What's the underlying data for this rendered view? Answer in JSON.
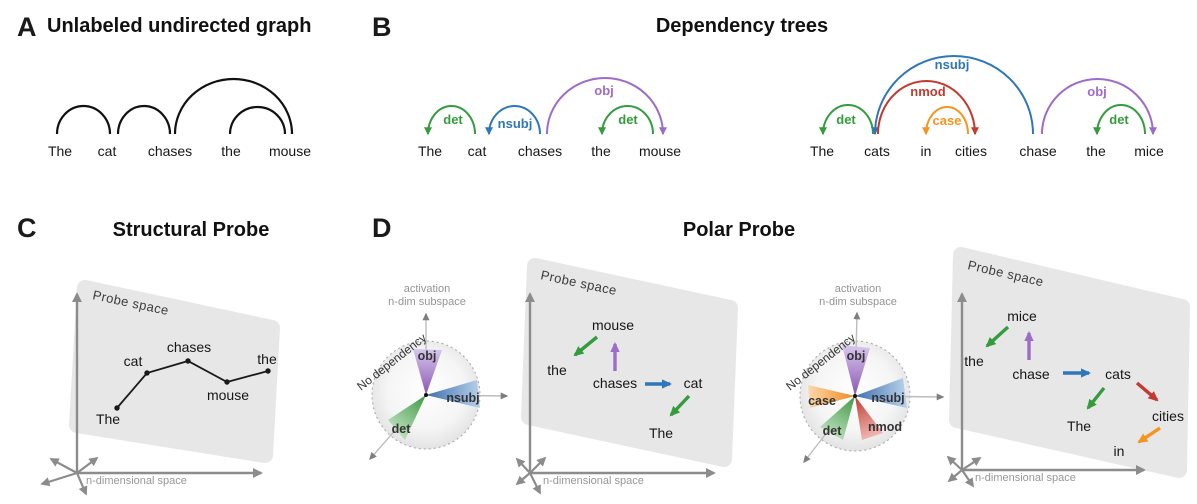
{
  "colors": {
    "det": "#339c3d",
    "nsubj": "#2e77b8",
    "obj": "#9d6cc8",
    "nmod": "#c43a2f",
    "case": "#f7941e",
    "axis": "#8c8c8c",
    "plane": "#e7e7e7"
  },
  "panelA": {
    "letter": "A",
    "title": "Unlabeled undirected graph",
    "words": [
      "The",
      "cat",
      "chases",
      "the",
      "mouse"
    ]
  },
  "panelB": {
    "letter": "B",
    "title": "Dependency trees",
    "tree1": {
      "words": [
        "The",
        "cat",
        "chases",
        "the",
        "mouse"
      ],
      "edges": [
        {
          "label": "det",
          "head": "cat",
          "dep": "The"
        },
        {
          "label": "nsubj",
          "head": "chases",
          "dep": "cat"
        },
        {
          "label": "obj",
          "head": "chases",
          "dep": "mouse"
        },
        {
          "label": "det",
          "head": "mouse",
          "dep": "the"
        }
      ]
    },
    "tree2": {
      "words": [
        "The",
        "cats",
        "in",
        "cities",
        "chase",
        "the",
        "mice"
      ],
      "edges": [
        {
          "label": "det",
          "head": "cats",
          "dep": "The"
        },
        {
          "label": "nsubj",
          "head": "chase",
          "dep": "cats"
        },
        {
          "label": "nmod",
          "head": "cats",
          "dep": "cities"
        },
        {
          "label": "case",
          "head": "cities",
          "dep": "in"
        },
        {
          "label": "obj",
          "head": "chase",
          "dep": "mice"
        },
        {
          "label": "det",
          "head": "mice",
          "dep": "the"
        }
      ]
    }
  },
  "panelC": {
    "letter": "C",
    "title": "Structural Probe",
    "plane_label": "Probe space",
    "axis_label": "n-dimensional space",
    "words": [
      "The",
      "cat",
      "chases",
      "mouse",
      "the"
    ]
  },
  "panelD": {
    "letter": "D",
    "title": "Polar Probe",
    "polar1": {
      "axis_label_line1": "activation",
      "axis_label_line2": "n-dim subspace",
      "diag_label": "No dependency",
      "wedges": [
        {
          "label": "obj"
        },
        {
          "label": "nsubj"
        },
        {
          "label": "det"
        }
      ]
    },
    "plane1": {
      "plane_label": "Probe space",
      "axis_label": "n-dimensional space",
      "words": [
        "mouse",
        "the",
        "chases",
        "cat",
        "The"
      ],
      "arrows": [
        {
          "dep": "det",
          "from": "mouse",
          "to": "the"
        },
        {
          "dep": "obj",
          "from": "chases",
          "to": "mouse"
        },
        {
          "dep": "nsubj",
          "from": "chases",
          "to": "cat"
        },
        {
          "dep": "det",
          "from": "cat",
          "to": "The"
        }
      ]
    },
    "polar2": {
      "axis_label_line1": "activation",
      "axis_label_line2": "n-dim subspace",
      "diag_label": "No dependency",
      "wedges": [
        {
          "label": "obj"
        },
        {
          "label": "nsubj"
        },
        {
          "label": "nmod"
        },
        {
          "label": "det"
        },
        {
          "label": "case"
        }
      ]
    },
    "plane2": {
      "plane_label": "Probe space",
      "axis_label": "n-dimensional space",
      "words": [
        "mice",
        "the",
        "chase",
        "cats",
        "The",
        "cities",
        "in"
      ],
      "arrows": [
        {
          "dep": "det",
          "from": "mice",
          "to": "the"
        },
        {
          "dep": "obj",
          "from": "chase",
          "to": "mice"
        },
        {
          "dep": "nsubj",
          "from": "chase",
          "to": "cats"
        },
        {
          "dep": "det",
          "from": "cats",
          "to": "The"
        },
        {
          "dep": "nmod",
          "from": "cats",
          "to": "cities"
        },
        {
          "dep": "case",
          "from": "cities",
          "to": "in"
        }
      ]
    }
  }
}
